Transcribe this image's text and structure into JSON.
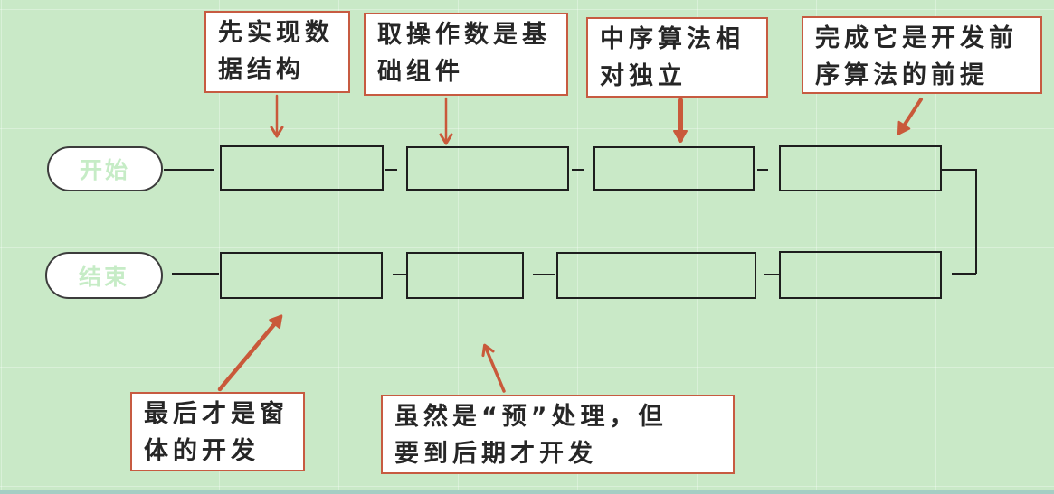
{
  "diagram": {
    "type": "flowchart",
    "colors": {
      "background": "#c9e9c7",
      "annotation_border": "#c75b41",
      "arrow": "#c9593a",
      "shape_border": "#1e1e1e",
      "terminal_fill": "#ffffff",
      "terminal_text": "#c6ecc6"
    },
    "terminals": {
      "start_label": "开始",
      "end_label": "结束"
    },
    "process_box_count": 8,
    "annotations": [
      {
        "text": "先实现数\n据结构"
      },
      {
        "text": "取操作数是基\n础组件"
      },
      {
        "text": "中序算法相\n对独立"
      },
      {
        "text": "完成它是开发前\n序算法的前提"
      },
      {
        "text": "最后才是窗\n体的开发"
      },
      {
        "text": "虽然是“预”处理，但\n要到后期才开发"
      }
    ]
  }
}
